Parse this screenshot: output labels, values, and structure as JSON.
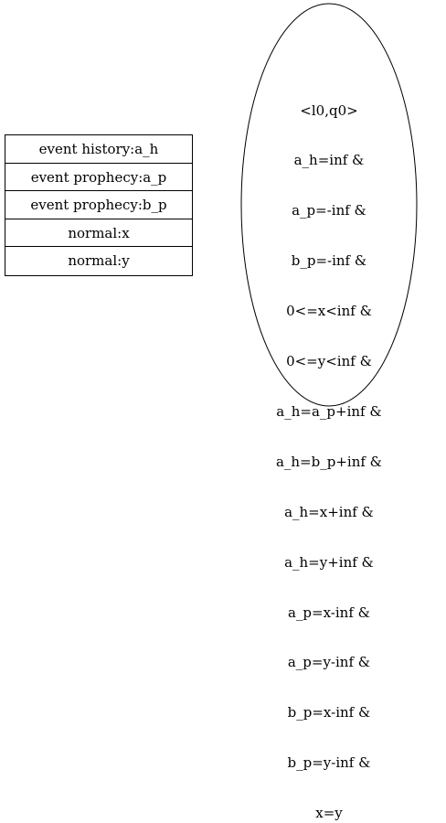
{
  "variables_table": {
    "rows": [
      "event history:a_h",
      "event prophecy:a_p",
      "event prophecy:b_p",
      "normal:x",
      "normal:y"
    ]
  },
  "state_node": {
    "lines": [
      "<l0,q0>",
      "a_h=inf &",
      "a_p=-inf &",
      "b_p=-inf &",
      "0<=x<inf &",
      "0<=y<inf &",
      "a_h=a_p+inf &",
      "a_h=b_p+inf &",
      "a_h=x+inf &",
      "a_h=y+inf &",
      "a_p=x-inf &",
      "a_p=y-inf &",
      "b_p=x-inf &",
      "b_p=y-inf &",
      "x=y"
    ]
  }
}
